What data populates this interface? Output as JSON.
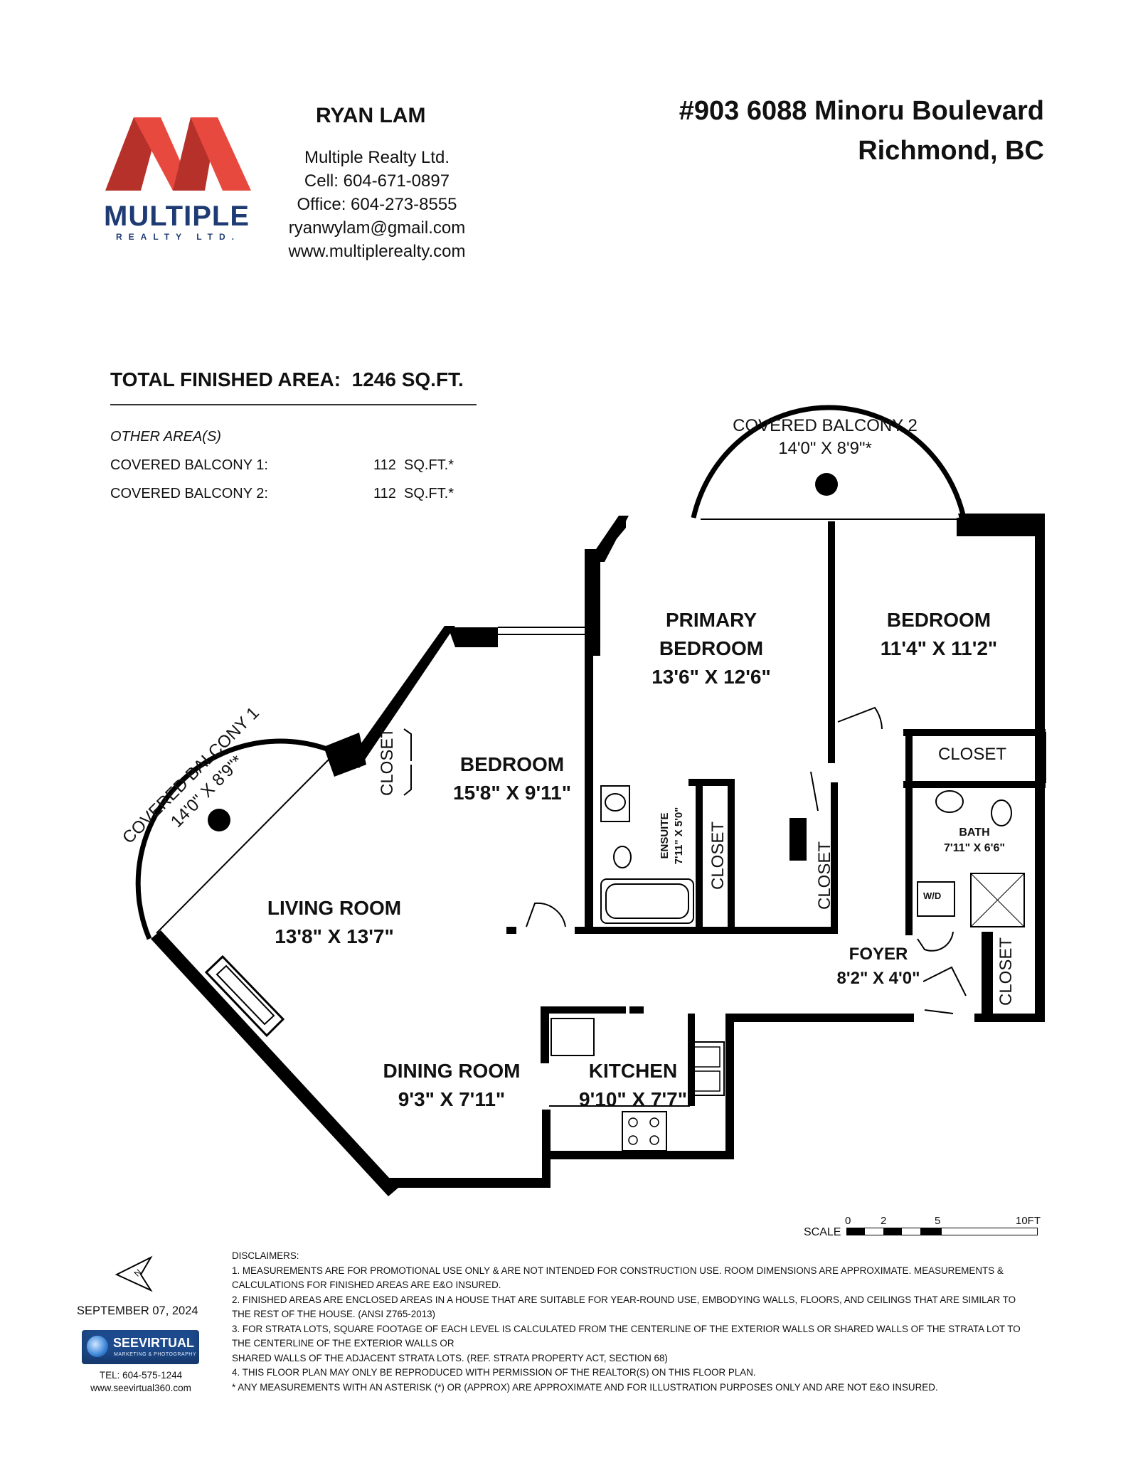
{
  "branding": {
    "logo_word": "MULTIPLE",
    "logo_sub": "REALTY LTD.",
    "brand_colors": {
      "red_dark": "#b7312b",
      "red_light": "#e8493e",
      "navy": "#1f3b73"
    }
  },
  "agent": {
    "name": "RYAN LAM",
    "company": "Multiple Realty Ltd.",
    "cell": "Cell: 604-671-0897",
    "office": "Office: 604-273-8555",
    "email": "ryanwylam@gmail.com",
    "website": "www.multiplerealty.com"
  },
  "property": {
    "address_line1": "#903 6088 Minoru Boulevard",
    "address_line2": "Richmond, BC"
  },
  "areas": {
    "total_label": "TOTAL FINISHED AREA:",
    "total_value": "1246 SQ.FT.",
    "other_heading": "OTHER AREA(S)",
    "items": [
      {
        "label": "COVERED BALCONY 1:",
        "value": "112  SQ.FT.*"
      },
      {
        "label": "COVERED BALCONY 2:",
        "value": "112  SQ.FT.*"
      }
    ]
  },
  "rooms": {
    "balcony2": {
      "name": "COVERED BALCONY 2",
      "dim": "14'0\" X 8'9\"*"
    },
    "balcony1": {
      "name": "COVERED BALCONY 1",
      "dim": "14'0\" X 8'9\"*"
    },
    "primary_bedroom": {
      "name1": "PRIMARY",
      "name2": "BEDROOM",
      "dim": "13'6\" X 12'6\""
    },
    "bedroom_right": {
      "name": "BEDROOM",
      "dim": "11'4\" X 11'2\""
    },
    "bedroom_left": {
      "name": "BEDROOM",
      "dim": "15'8\" X 9'11\""
    },
    "living": {
      "name": "LIVING ROOM",
      "dim": "13'8\" X 13'7\""
    },
    "dining": {
      "name": "DINING ROOM",
      "dim": "9'3\" X 7'11\""
    },
    "kitchen": {
      "name": "KITCHEN",
      "dim": "9'10\" X 7'7\""
    },
    "foyer": {
      "name": "FOYER",
      "dim": "8'2\" X 4'0\""
    },
    "bath": {
      "name": "BATH",
      "dim": "7'11\" X 6'6\""
    },
    "ensuite": {
      "name": "ENSUITE",
      "dim": "7'11\" X 5'0\""
    },
    "closet": "CLOSET",
    "wd": "W/D"
  },
  "scale": {
    "label": "SCALE",
    "ticks": [
      "0",
      "2",
      "5",
      "10FT"
    ]
  },
  "compass_letter": "N",
  "date": "SEPTEMBER 07, 2024",
  "photographer": {
    "name": "SEEVIRTUAL",
    "tagline": "MARKETING & PHOTOGRAPHY",
    "tel": "TEL: 604-575-1244",
    "web": "www.seevirtual360.com"
  },
  "disclaimers": [
    "DISCLAIMERS:",
    "1. MEASUREMENTS ARE FOR PROMOTIONAL USE ONLY & ARE NOT INTENDED FOR CONSTRUCTION USE. ROOM DIMENSIONS ARE APPROXIMATE. MEASUREMENTS &",
    "CALCULATIONS FOR FINISHED AREAS ARE E&O INSURED.",
    "2. FINISHED AREAS ARE ENCLOSED AREAS IN A HOUSE THAT ARE SUITABLE FOR YEAR-ROUND USE, EMBODYING WALLS, FLOORS, AND CEILINGS THAT ARE SIMILAR TO",
    "THE REST OF THE HOUSE. (ANSI Z765-2013)",
    "3. FOR STRATA LOTS, SQUARE FOOTAGE OF EACH LEVEL IS CALCULATED FROM THE CENTERLINE OF THE EXTERIOR WALLS OR SHARED WALLS OF THE STRATA LOT TO",
    "THE CENTERLINE OF THE EXTERIOR WALLS OR",
    "SHARED WALLS OF THE ADJACENT STRATA LOTS. (REF. STRATA PROPERTY ACT, SECTION 68)",
    "4. THIS FLOOR PLAN MAY ONLY BE REPRODUCED WITH PERMISSION OF THE REALTOR(S) ON THIS FLOOR PLAN.",
    "* ANY MEASUREMENTS WITH AN ASTERISK (*) OR (APPROX) ARE APPROXIMATE AND FOR ILLUSTRATION PURPOSES ONLY AND ARE NOT E&O INSURED."
  ]
}
